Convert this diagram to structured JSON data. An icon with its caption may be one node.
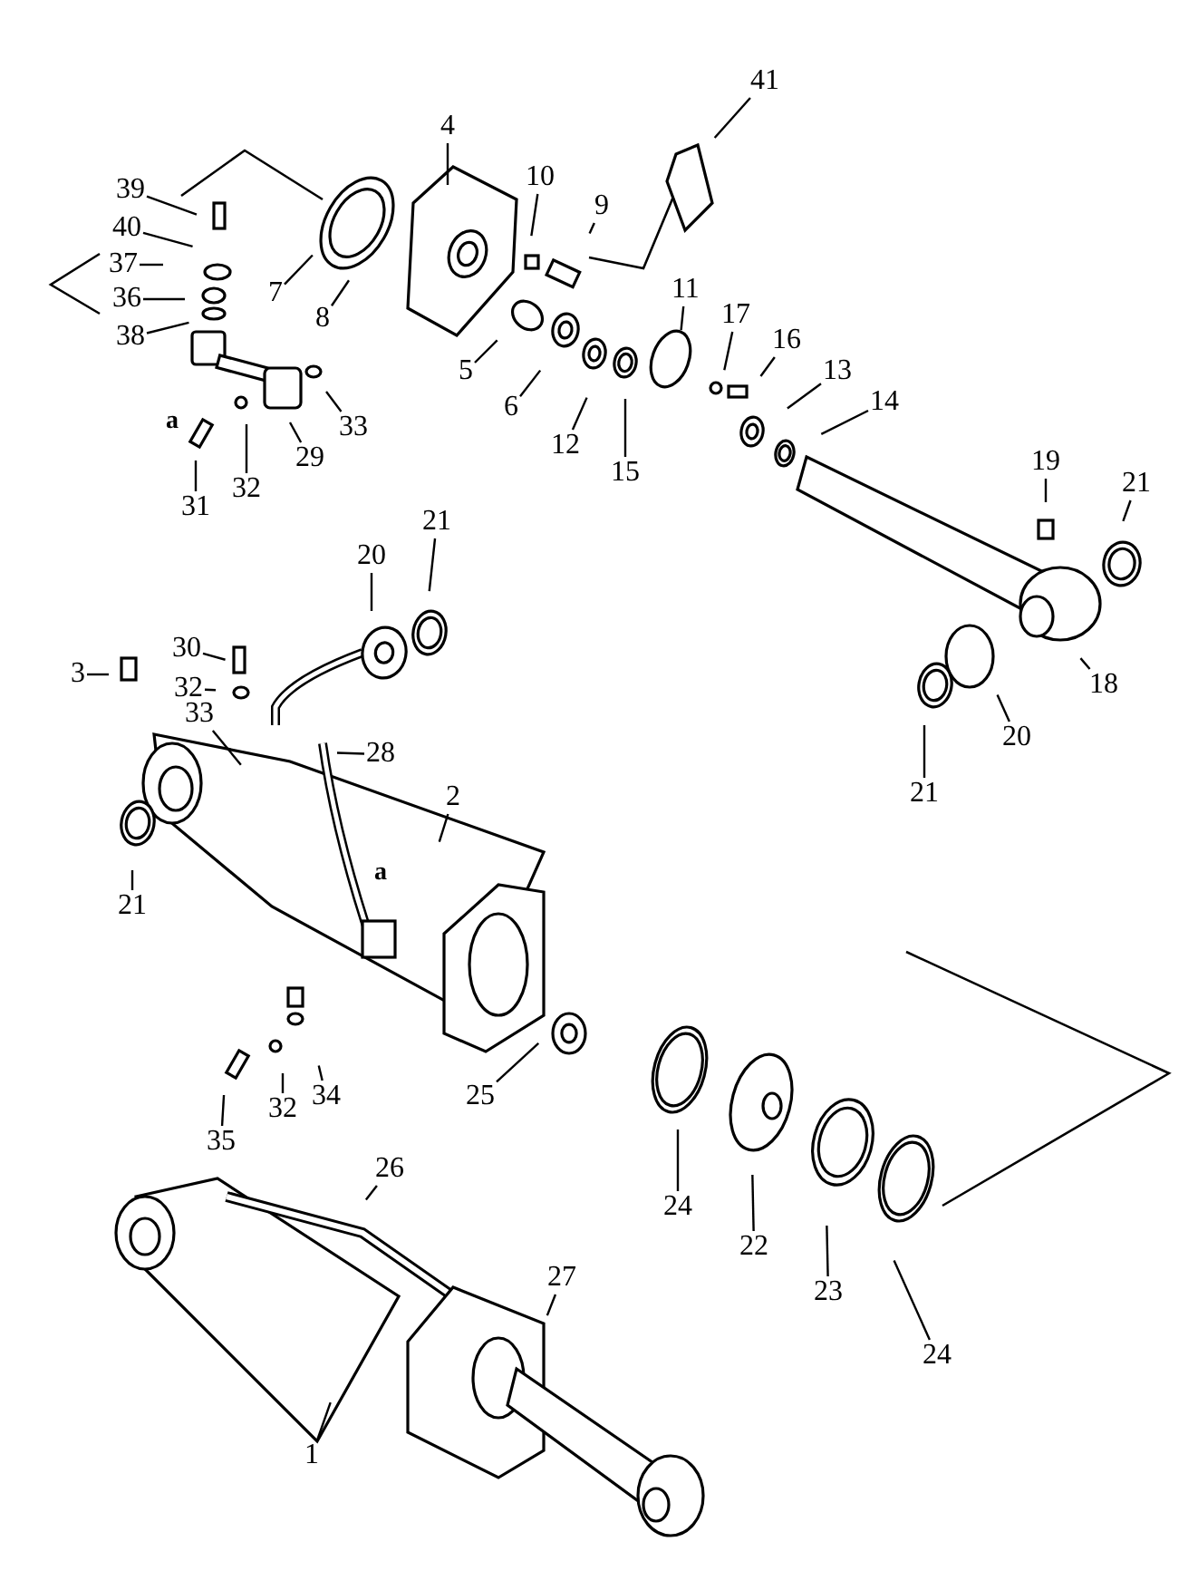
{
  "diagram": {
    "nodes": [
      {
        "text": [
          "41"
        ]
      },
      {
        "text": [
          "4"
        ]
      },
      {
        "text": [
          "39"
        ]
      },
      {
        "text": [
          "10"
        ]
      },
      {
        "text": [
          "9"
        ]
      },
      {
        "text": [
          "40"
        ]
      },
      {
        "text": [
          "37"
        ]
      },
      {
        "text": [
          "36"
        ]
      },
      {
        "text": [
          "7"
        ]
      },
      {
        "text": [
          "8"
        ]
      },
      {
        "text": [
          "38"
        ]
      },
      {
        "text": [
          "11"
        ]
      },
      {
        "text": [
          "17"
        ]
      },
      {
        "text": [
          "16"
        ]
      },
      {
        "text": [
          "5"
        ]
      },
      {
        "text": [
          "13"
        ]
      },
      {
        "text": [
          "6"
        ]
      },
      {
        "text": [
          "14"
        ]
      },
      {
        "text": [
          "33"
        ]
      },
      {
        "text": [
          "12"
        ]
      },
      {
        "text": [
          "29"
        ]
      },
      {
        "text": [
          "15"
        ]
      },
      {
        "text": [
          "32"
        ]
      },
      {
        "text": [
          "31"
        ]
      },
      {
        "text": [
          "19"
        ]
      },
      {
        "text": [
          "21"
        ]
      },
      {
        "text": [
          "21"
        ]
      },
      {
        "text": [
          "20"
        ]
      },
      {
        "text": [
          "30"
        ]
      },
      {
        "text": [
          "3"
        ]
      },
      {
        "text": [
          "32"
        ]
      },
      {
        "text": [
          "18"
        ]
      },
      {
        "text": [
          "33"
        ]
      },
      {
        "text": [
          "20"
        ]
      },
      {
        "text": [
          "28"
        ]
      },
      {
        "text": [
          "21"
        ]
      },
      {
        "text": [
          "2"
        ]
      },
      {
        "text": [
          "21"
        ]
      },
      {
        "text": [
          "34"
        ]
      },
      {
        "text": [
          "25"
        ]
      },
      {
        "text": [
          "32"
        ]
      },
      {
        "text": [
          "35"
        ]
      },
      {
        "text": [
          "26"
        ]
      },
      {
        "text": [
          "24"
        ]
      },
      {
        "text": [
          "22"
        ]
      },
      {
        "text": [
          "23"
        ]
      },
      {
        "text": [
          "27"
        ]
      },
      {
        "text": [
          "24"
        ]
      },
      {
        "text": [
          "1"
        ]
      }
    ],
    "edges": [
      {
        "from": 0,
        "to": null,
        "arrow": "none"
      },
      {
        "from": 1,
        "to": null,
        "arrow": "none"
      },
      {
        "from": 2,
        "to": null,
        "arrow": "none"
      },
      {
        "from": 3,
        "to": null,
        "arrow": "none"
      },
      {
        "from": 4,
        "to": null,
        "arrow": "none"
      },
      {
        "from": 5,
        "to": null,
        "arrow": "none"
      },
      {
        "from": 6,
        "to": null,
        "arrow": "none"
      },
      {
        "from": 7,
        "to": null,
        "arrow": "none"
      },
      {
        "from": 8,
        "to": null,
        "arrow": "none"
      },
      {
        "from": 9,
        "to": null,
        "arrow": "none"
      },
      {
        "from": 10,
        "to": null,
        "arrow": "none"
      },
      {
        "from": 11,
        "to": null,
        "arrow": "none"
      },
      {
        "from": 12,
        "to": null,
        "arrow": "none"
      },
      {
        "from": 13,
        "to": null,
        "arrow": "none"
      },
      {
        "from": 14,
        "to": null,
        "arrow": "none"
      },
      {
        "from": 15,
        "to": null,
        "arrow": "none"
      },
      {
        "from": 16,
        "to": null,
        "arrow": "none"
      },
      {
        "from": 17,
        "to": null,
        "arrow": "none"
      },
      {
        "from": 18,
        "to": null,
        "arrow": "none"
      },
      {
        "from": 19,
        "to": null,
        "arrow": "none"
      },
      {
        "from": 20,
        "to": null,
        "arrow": "none"
      },
      {
        "from": 21,
        "to": null,
        "arrow": "none"
      },
      {
        "from": 22,
        "to": null,
        "arrow": "none"
      },
      {
        "from": 23,
        "to": null,
        "arrow": "none"
      },
      {
        "from": 24,
        "to": null,
        "arrow": "none"
      },
      {
        "from": 25,
        "to": null,
        "arrow": "none"
      },
      {
        "from": 26,
        "to": null,
        "arrow": "none"
      },
      {
        "from": 27,
        "to": null,
        "arrow": "none"
      },
      {
        "from": 28,
        "to": null,
        "arrow": "none"
      },
      {
        "from": 29,
        "to": null,
        "arrow": "none"
      },
      {
        "from": 30,
        "to": null,
        "arrow": "none"
      },
      {
        "from": 31,
        "to": null,
        "arrow": "none"
      },
      {
        "from": 32,
        "to": null,
        "arrow": "none"
      },
      {
        "from": 33,
        "to": null,
        "arrow": "none"
      },
      {
        "from": 34,
        "to": null,
        "arrow": "none"
      },
      {
        "from": 35,
        "to": null,
        "arrow": "none"
      },
      {
        "from": 36,
        "to": null,
        "arrow": "none"
      },
      {
        "from": 37,
        "to": null,
        "arrow": "none"
      },
      {
        "from": 38,
        "to": null,
        "arrow": "none"
      },
      {
        "from": 39,
        "to": null,
        "arrow": "none"
      },
      {
        "from": 40,
        "to": null,
        "arrow": "none"
      },
      {
        "from": 41,
        "to": null,
        "arrow": "none"
      },
      {
        "from": 42,
        "to": null,
        "arrow": "none"
      },
      {
        "from": 43,
        "to": null,
        "arrow": "none"
      },
      {
        "from": 44,
        "to": null,
        "arrow": "none"
      },
      {
        "from": 45,
        "to": null,
        "arrow": "none"
      },
      {
        "from": 46,
        "to": null,
        "arrow": "none"
      },
      {
        "from": 47,
        "to": null,
        "arrow": "none"
      },
      {
        "from": 48,
        "to": null,
        "arrow": "none"
      }
    ],
    "labels": [
      "a",
      "a"
    ]
  }
}
